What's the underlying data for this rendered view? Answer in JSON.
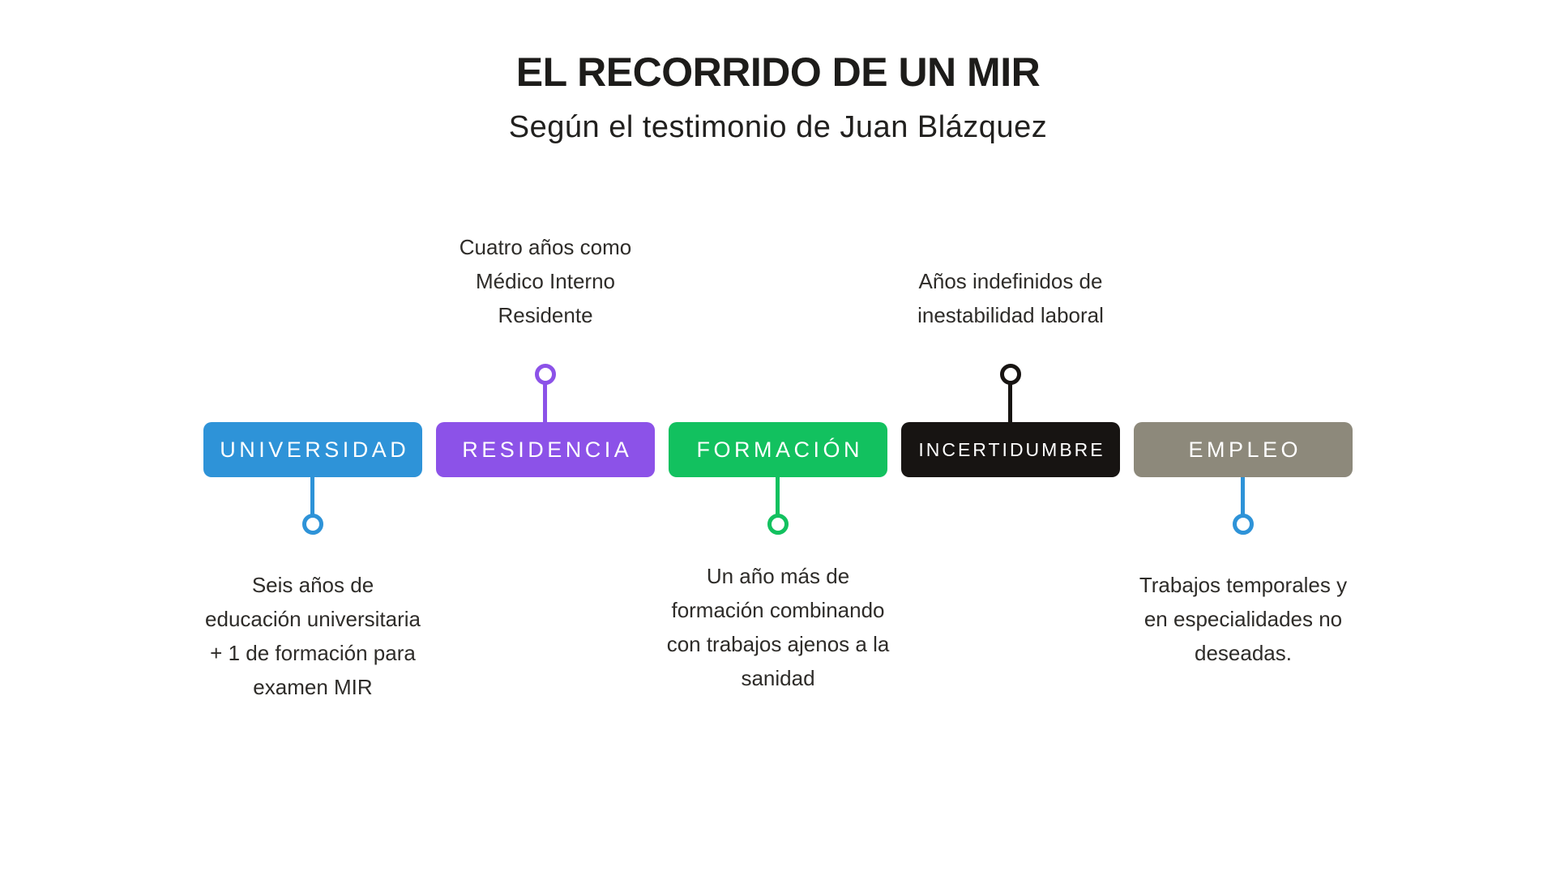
{
  "header": {
    "title": "EL RECORRIDO DE UN MIR",
    "subtitle": "Según el testimonio de Juan Blázquez"
  },
  "stages": [
    {
      "label": "UNIVERSIDAD",
      "color": "#2e93d8",
      "connector_color": "#2e93d8",
      "note_position": "below",
      "note": "Seis años de\neducación universitaria\n+ 1 de formación para\nexamen MIR"
    },
    {
      "label": "RESIDENCIA",
      "color": "#8c52e8",
      "connector_color": "#8c52e8",
      "note_position": "above",
      "note": "Cuatro años como\nMédico Interno\nResidente"
    },
    {
      "label": "FORMACIÓN",
      "color": "#12c15f",
      "connector_color": "#12c15f",
      "note_position": "below",
      "note": "Un año más de\nformación combinando\ncon trabajos ajenos a la\nsanidad"
    },
    {
      "label": "INCERTIDUMBRE",
      "color": "#171412",
      "connector_color": "#171412",
      "note_position": "above",
      "note": "Años indefinidos de\ninestabilidad laboral"
    },
    {
      "label": "EMPLEO",
      "color": "#8d897b",
      "connector_color": "#2e93d8",
      "note_position": "below",
      "note": "Trabajos temporales y\nen especialidades no\ndeseadas."
    }
  ],
  "canvas": {
    "background": "#ffffff",
    "note_text_color": "#2e2c29",
    "title_color": "#1d1c1a"
  }
}
